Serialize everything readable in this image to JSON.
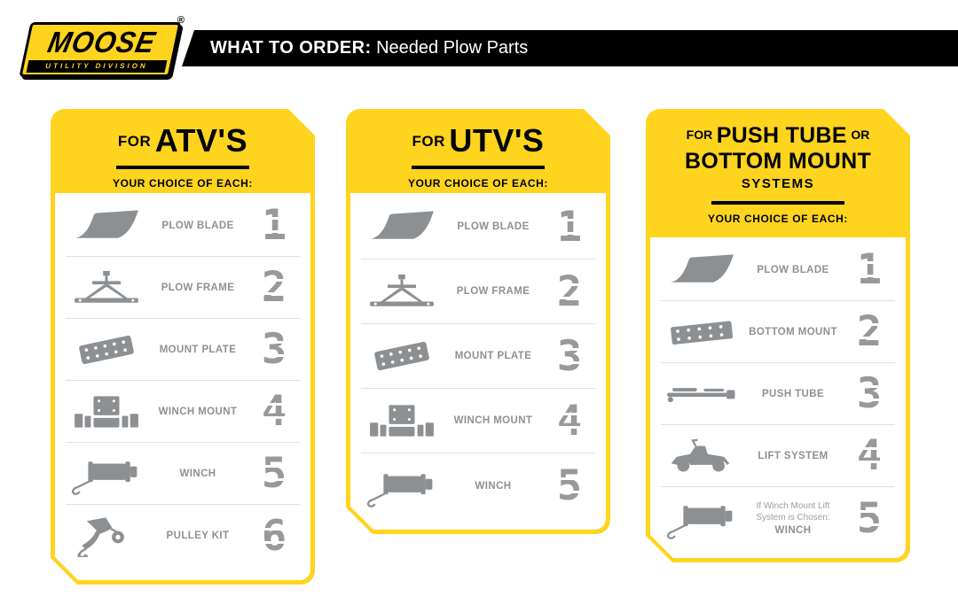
{
  "header": {
    "logo": {
      "brand": "MOOSE",
      "sub": "UTILITY DIVISION",
      "reg": "®"
    },
    "bar_title_bold": "WHAT TO ORDER:",
    "bar_title_rest": " Needed Plow Parts"
  },
  "colors": {
    "brand_yellow": "#FFD41E",
    "bar_black": "#000000",
    "part_gray": "#8E9193",
    "number_gray": "#97999B"
  },
  "cards": [
    {
      "title_small": "FOR",
      "title_big": "ATV'S",
      "subtitle": "YOUR CHOICE OF EACH:",
      "items": [
        {
          "icon": "plow-blade-icon",
          "label": "PLOW BLADE",
          "number": "1"
        },
        {
          "icon": "plow-frame-icon",
          "label": "PLOW FRAME",
          "number": "2"
        },
        {
          "icon": "mount-plate-icon",
          "label": "MOUNT PLATE",
          "number": "3"
        },
        {
          "icon": "winch-mount-icon",
          "label": "WINCH MOUNT",
          "number": "4"
        },
        {
          "icon": "winch-icon",
          "label": "WINCH",
          "number": "5"
        },
        {
          "icon": "pulley-kit-icon",
          "label": "PULLEY KIT",
          "number": "6"
        }
      ]
    },
    {
      "title_small": "FOR",
      "title_big": "UTV'S",
      "subtitle": "YOUR CHOICE OF EACH:",
      "items": [
        {
          "icon": "plow-blade-icon",
          "label": "PLOW BLADE",
          "number": "1"
        },
        {
          "icon": "plow-frame-icon",
          "label": "PLOW FRAME",
          "number": "2"
        },
        {
          "icon": "mount-plate-icon",
          "label": "MOUNT PLATE",
          "number": "3"
        },
        {
          "icon": "winch-mount-icon",
          "label": "WINCH MOUNT",
          "number": "4"
        },
        {
          "icon": "winch-icon",
          "label": "WINCH",
          "number": "5"
        }
      ]
    },
    {
      "title_l1a": "FOR",
      "title_l1b": "PUSH TUBE",
      "title_l1c": "OR",
      "title_l2": "BOTTOM MOUNT",
      "title_l3": "SYSTEMS",
      "subtitle": "YOUR CHOICE OF EACH:",
      "items": [
        {
          "icon": "plow-blade-icon",
          "label": "PLOW BLADE",
          "number": "1"
        },
        {
          "icon": "bottom-mount-icon",
          "label": "BOTTOM MOUNT",
          "number": "2"
        },
        {
          "icon": "push-tube-icon",
          "label": "PUSH TUBE",
          "number": "3"
        },
        {
          "icon": "lift-system-icon",
          "label": "LIFT SYSTEM",
          "number": "4"
        },
        {
          "icon": "winch-icon",
          "label": "WINCH",
          "number": "5",
          "note_line1": "If Winch Mount Lift",
          "note_line2": "System is Chosen:"
        }
      ]
    }
  ]
}
